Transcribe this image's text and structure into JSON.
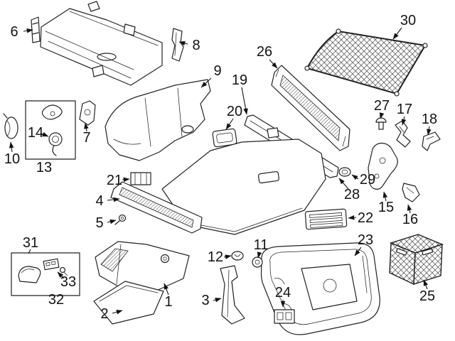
{
  "diagram": {
    "type": "exploded-parts-diagram",
    "colors": {
      "background": "#ffffff",
      "line": "#222222",
      "label": "#131313"
    },
    "callouts": [
      "1",
      "2",
      "3",
      "4",
      "5",
      "6",
      "7",
      "8",
      "9",
      "10",
      "11",
      "12",
      "13",
      "14",
      "15",
      "16",
      "17",
      "18",
      "19",
      "20",
      "21",
      "22",
      "23",
      "24",
      "25",
      "26",
      "27",
      "28",
      "29",
      "30",
      "31",
      "32",
      "33"
    ]
  }
}
